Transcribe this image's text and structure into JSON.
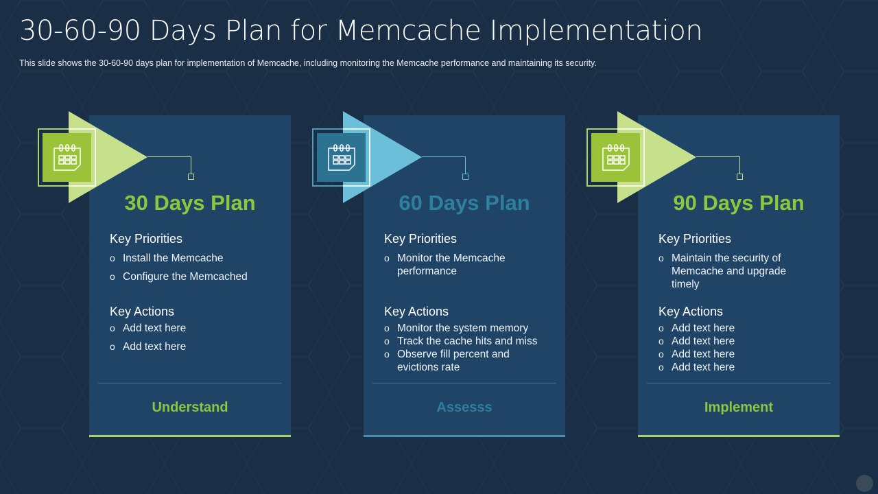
{
  "slide": {
    "title": "30-60-90 Days Plan for Memcache Implementation",
    "subtitle": "This slide shows the 30-60-90  days plan for implementation of Memcache, including monitoring the Memcache performance  and maintaining its security."
  },
  "colors": {
    "background": "#1a2e45",
    "card": "#1f4466",
    "green_accent": "#8dc63f",
    "blue_accent": "#2f7f9e",
    "green_triangle": "#c6e08c",
    "blue_triangle": "#6cbfd8"
  },
  "plans": [
    {
      "icon": "calendar-icon",
      "title": "30 Days Plan",
      "priorities_heading": "Key Priorities",
      "priorities": [
        "Install  the Memcache",
        "Configure the Memcached"
      ],
      "actions_heading": "Key Actions",
      "actions": [
        "Add text here",
        "Add text here"
      ],
      "footer": "Understand",
      "bullet": "o"
    },
    {
      "icon": "calendar-icon",
      "title": "60 Days Plan",
      "priorities_heading": "Key Priorities",
      "priorities": [
        "Monitor the Memcache performance"
      ],
      "actions_heading": "Key Actions",
      "actions": [
        "Monitor the system memory",
        "Track the cache hits and miss",
        "Observe fill percent and evictions rate"
      ],
      "footer": "Assesss",
      "bullet": "o"
    },
    {
      "icon": "calendar-icon",
      "title": "90 Days Plan",
      "priorities_heading": "Key Priorities",
      "priorities": [
        "Maintain the security  of Memcache and upgrade timely"
      ],
      "actions_heading": "Key Actions",
      "actions": [
        "Add text here",
        "Add text here",
        "Add text here",
        "Add text here"
      ],
      "footer": "Implement",
      "bullet": "o"
    }
  ]
}
